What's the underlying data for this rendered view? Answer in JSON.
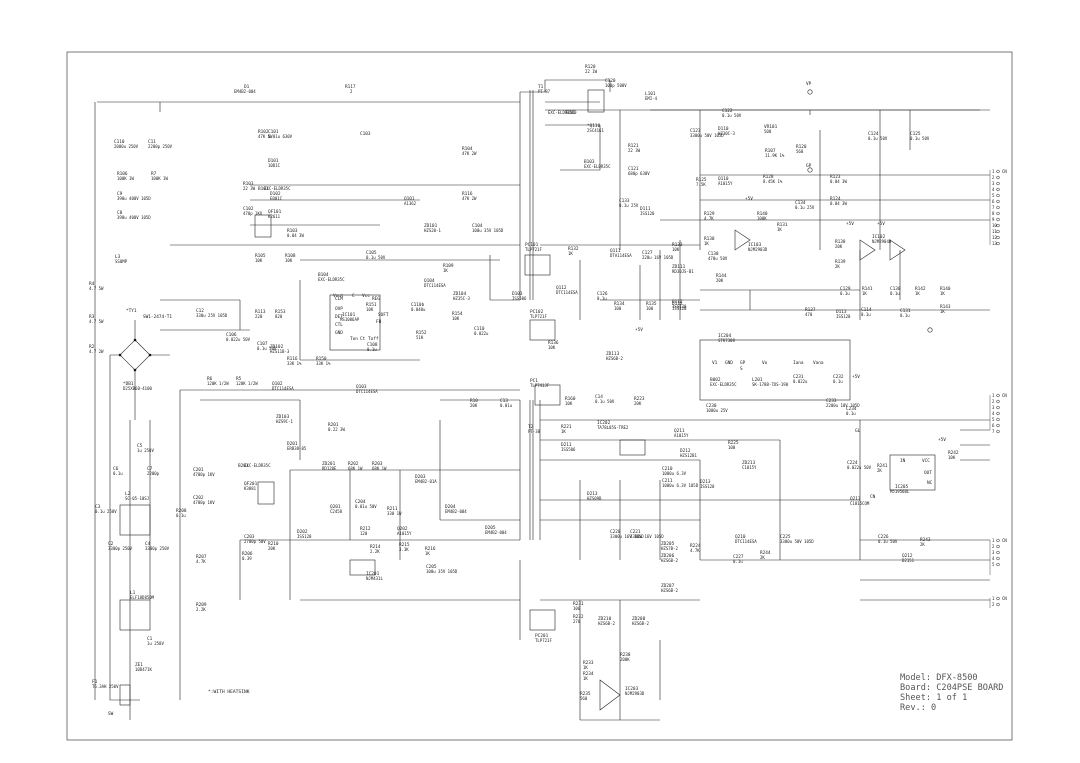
{
  "title_block": {
    "model": "Model: DFX-8500",
    "board": "Board: C204PSE BOARD",
    "sheet": "Sheet: 1 of 1",
    "rev": "Rev.: 0"
  },
  "note": "*:WITH HEATSINK",
  "labels": {
    "D1": "D1",
    "D1_val": "EM4B2-004",
    "R117": "R117",
    "R117_val": "2",
    "T1": "T1",
    "T1_val": "PT-87",
    "R120": "R120",
    "R120_val": "22 1W",
    "C120": "C120",
    "C120_val": "100p 500V",
    "L101": "L101",
    "L101_val": "EMI-4",
    "VP": "VP",
    "B100": "B100",
    "B100_val": "EXC-ELDR35C",
    "Q110": "*Q110",
    "Q110_val": "2SC4161",
    "R102": "R102",
    "R102_val": "47K 5W",
    "C101": "C101",
    "C101_val": "0.01u 630V",
    "C103": "C103",
    "D101": "D101",
    "D101_val": "10D1C",
    "R104": "R104",
    "R104_val": "47K 2W",
    "R121": "R121",
    "R121_val": "22 3W",
    "B103": "B103",
    "B103_val": "EXC-ELDR35C",
    "C121": "C121",
    "C121_val": "680p 630V",
    "C110": "C110",
    "C110_val": "2000u 250V",
    "C11": "C11",
    "C11_val": "2200p 250V",
    "B101": "B101",
    "B101_val": "EXC-ELDR35C",
    "R106": "R106",
    "R106_val": "100K 1W",
    "R7": "R7",
    "R7_val": "100K 1W",
    "R103": "R103",
    "R103_val": "22 3W",
    "D102": "D102",
    "D102_val": "E001C",
    "QF101": "QF101",
    "QF101_val": "K2611",
    "C9": "C9",
    "C9_val": "390u 400V 105D",
    "C8": "C8",
    "C8_val": "390u 400V 105D",
    "Q101": "Q101",
    "Q101_val": "A1362",
    "ZD101": "ZD101",
    "ZD101_val": "HZS20-1",
    "C104": "C104",
    "C104_val": "100u 35V 105D",
    "R116": "R116",
    "R116_val": "47K 2W",
    "C102": "C102",
    "C102_val": "470p 1KV",
    "R103b": "R103",
    "R103b_val": "0.04 3W",
    "C105": "C105",
    "C105_val": "0.1u 50V",
    "R105": "R105",
    "R105_val": "10K",
    "R108": "R108",
    "R108_val": "10K",
    "L3": "L3",
    "L3_val": "SS0MP",
    "B104": "B104",
    "B104_val": "EXC-ELDR35C",
    "R109": "R109",
    "R109_val": "1K",
    "Q104": "Q104",
    "Q104_val": "DTC114ESA",
    "ZD104": "ZD104",
    "ZD104_val": "HZ35C-3",
    "PC101": "PC101",
    "PC101_val": "TLP721F",
    "R132": "R132",
    "R132_val": "1K",
    "Q111": "Q111",
    "Q111_val": "DTA114ESA",
    "C127": "C127",
    "C127_val": "220u 16V 105D",
    "R4": "R4",
    "R4_val": "4.7 5W",
    "R3": "R3",
    "R3_val": "4.7 5W",
    "R2": "R2",
    "R2_val": "4.7 2W",
    "SW1": "SW1-2474-T1",
    "TY1": "*TY1",
    "C12": "C12",
    "C12_val": "330u 25V 105D",
    "IC101": "IC101",
    "IC101_val": "MS1086AP",
    "R151": "R151",
    "R151_val": "10K",
    "C110b": "C110b",
    "C110b_val": "0.040u",
    "D103": "D103",
    "D103_val": "ISS506",
    "Q112": "Q112",
    "Q112_val": "DTC114ESA",
    "C126": "C126",
    "C126_val": "0.1u",
    "R134": "R134",
    "R134_val": "100",
    "R135": "R135",
    "R135_val": "100",
    "D112": "D112",
    "D112_val": "ISS120",
    "C106": "C106",
    "C106_val": "0.022u 50V",
    "C107": "C107",
    "C107_val": "0.1u 50V",
    "ZD102": "ZD102",
    "ZD102_val": "HZS11B-3",
    "R113": "R113",
    "R113_val": "220",
    "R153": "R153",
    "R153_val": "820",
    "C108": "C108",
    "C108_val": "0.1u",
    "R152": "R152",
    "R152_val": "51K",
    "R154": "R154",
    "R154_val": "10K",
    "C110c": "C110",
    "C110c_val": "0.022u",
    "PC102": "PC102",
    "PC102_val": "TLP721F",
    "R136": "R136",
    "R136_val": "10K",
    "ZD113": "ZD113",
    "ZD113_val": "HZS6B-2",
    "R137": "R137",
    "R137_val": "470",
    "D113": "D113",
    "D113_val": "ISS120",
    "C114": "C114",
    "C114_val": "0.1u",
    "R6": "R6",
    "R6_val": "120K 1/2W",
    "R5": "R5",
    "R5_val": "120K 1/2W",
    "R116b": "R116",
    "R116b_val": "33K 1%",
    "R150": "R150",
    "R150_val": "33K 1%",
    "Q102": "Q102",
    "Q102_val": "DTC114ESA",
    "Q103": "Q103",
    "Q103_val": "DTC114ESA",
    "ZD103": "ZD103",
    "ZD103_val": "HZS9C-1",
    "DB1": "*DB1",
    "DB1_val": "D25XB60-4100",
    "PC1": "PC1",
    "PC1_val": "TLP741JF",
    "R10": "R10",
    "R10_val": "20K",
    "C13": "C13",
    "C13_val": "0.01u",
    "R160": "R160",
    "R160_val": "10K",
    "C14": "C14",
    "C14_val": "0.1u 50V",
    "IC204": "IC204",
    "IC204_val": "STK7308",
    "B002": "B002",
    "B002_val": "EXC-ELDR35C",
    "L201": "L201",
    "L201_val": "SK-178B-7DS-190",
    "C231": "C231",
    "C231_val": "0.022u",
    "C232": "C232",
    "C232_val": "0.1u",
    "C233": "C233",
    "C233_val": "2200u 10V 105D",
    "C234": "C234",
    "C234_val": "0.1u",
    "R223": "R223",
    "R223_val": "20K",
    "C230": "C230",
    "C230_val": "1000u 25V",
    "D201": "D201",
    "D201_val": "ERB38-05",
    "R201": "R201",
    "R201_val": "0.22 3W",
    "C5": "C5",
    "C5_val": "1u 250V",
    "T2": "T2",
    "T2_val": "PT-38",
    "IC202": "IC202",
    "IC202_val": "TA78L05S-TRE2",
    "R221": "R221",
    "R221_val": "1K",
    "D211": "D211",
    "D211_val": "ISS506",
    "ZD201": "ZD201",
    "ZD201_val": "RD120E",
    "R202": "R202",
    "R202_val": "68K 1W",
    "R203": "R203",
    "R203_val": "68K 1W",
    "D203": "D203",
    "D203_val": "EM4B2-01A",
    "Q211": "Q211",
    "Q211_val": "A1015Y",
    "D212": "D212",
    "D212_val": "HZS12B1",
    "R225": "R225",
    "R225_val": "100",
    "ZD213": "ZD213",
    "ZD213_val": "C1815Y",
    "C224": "C224",
    "C224_val": "0.022u 50V",
    "R241": "R241",
    "R241_val": "2K",
    "IC205": "IC205",
    "IC205_val": "M51956BL",
    "R242": "R242",
    "R242_val": "10K",
    "B201": "B201",
    "B201_val": "EXC-ELDR35C",
    "QF201": "QF201",
    "QF201_val": "K3881",
    "C201": "C201",
    "C201_val": "4700p 1KV",
    "C202": "C202",
    "C202_val": "4700p 1KV",
    "Q201": "Q201",
    "Q201_val": "C2458",
    "R211": "R211",
    "R211_val": "330 1W",
    "C204": "C204",
    "C204_val": "0.01u 50V",
    "D204": "D204",
    "D204_val": "EM4B2-004",
    "D205": "D205",
    "D205_val": "EM4B2-004",
    "D213": "D213",
    "D213_val": "HZS09B",
    "C210": "C210",
    "C210_val": "1000u 6.3V",
    "C211": "C211",
    "C211_val": "1000u 6.3V 105D",
    "D213b": "D213",
    "D213b_val": "ISS120",
    "Q213": "Q213",
    "Q213_val": "C1815COM",
    "C3": "C3",
    "C3_val": "0.1u 250V",
    "C6": "C6",
    "C6_val": "0.1u",
    "C7": "C7",
    "C7_val": "2200p",
    "L2": "L2",
    "L2_val": "SC-05-10SJ",
    "R208": "R208",
    "R208_val": "0.1u",
    "C2": "C2",
    "C2_val": "3300p 250V",
    "C4": "C4",
    "C4_val": "3300p 250V",
    "R207": "R207",
    "R207_val": "4.7K",
    "D202": "D202",
    "D202_val": "ISS120",
    "C203": "C203",
    "C203_val": "2700p 50V",
    "R206": "R206",
    "R206_val": "0.39",
    "R210": "R210",
    "R210_val": "20K",
    "R212": "R212",
    "R212_val": "120",
    "Q202": "Q202",
    "Q202_val": "A1015Y",
    "R214": "R214",
    "R214_val": "2.2K",
    "R215": "R215",
    "R215_val": "3.3K",
    "R216": "R216",
    "R216_val": "1K",
    "C205": "C205",
    "C205_val": "100u 35V 105D",
    "IC201": "IC201",
    "IC201_val": "NJM431L",
    "C220": "C220",
    "C220_val": "3300u 16V 105D",
    "C221": "C221",
    "C221_val": "3300u 16V 105D",
    "ZD205": "ZD205",
    "ZD205_val": "HZS7B-2",
    "ZD206": "ZD206",
    "ZD206_val": "HZS6B-2",
    "ZD207": "ZD207",
    "ZD207_val": "HZS6B-2",
    "R224": "R224",
    "R224_val": "4.7K",
    "Q210": "Q210",
    "Q210_val": "DTC114ESA",
    "C225": "C225",
    "C225_val": "3300u 50V 105D",
    "C227": "C227",
    "C227_val": "0.1u",
    "R244": "R244",
    "R244_val": "2K",
    "C226": "C226",
    "C226_val": "0.1u 50V",
    "R243": "R243",
    "R243_val": "2K",
    "Q212": "Q212",
    "Q212_val": "D2151",
    "C1": "C1",
    "C1_val": "1u 250V",
    "L1": "L1",
    "L1_val": "ELF18D850M",
    "F1": "F1",
    "F1_val": "T6.3AH 250V",
    "SW": "SW",
    "ZE1": "ZE1",
    "ZE1_val": "10D471K",
    "R209": "R209",
    "R209_val": "2.2K",
    "PC201": "PC201",
    "PC201_val": "TLP721F",
    "R231": "R231",
    "R231_val": "100",
    "R232": "R232",
    "R232_val": "270",
    "ZD210": "ZD210",
    "ZD210_val": "HZS6B-2",
    "ZD208": "ZD208",
    "ZD208_val": "HZS6B-2",
    "R233": "R233",
    "R233_val": "1K",
    "R234": "R234",
    "R234_val": "1K",
    "R235": "R235",
    "R235_val": "560",
    "R238": "R238",
    "R238_val": "200K",
    "IC203": "IC203",
    "IC203_val": "NJM2903D",
    "C122": "C122",
    "C122_val": "0.1u 50V",
    "C123": "C123",
    "C123_val": "3300u 50V 105D",
    "D110": "D110",
    "D110_val": "HZ30C-3",
    "VR101": "VR101",
    "VR101_val": "500",
    "R107": "R107",
    "R107_val": "11.9K 1%",
    "R120b": "R120",
    "R120b_val": "560",
    "C124": "C124",
    "C124_val": "0.1u 50V",
    "C125": "C125",
    "C125_val": "0.1u 50V",
    "Q110b": "Q110",
    "Q110b_val": "A1015Y",
    "R125": "R125",
    "R125_val": "7.5K",
    "R128": "R128",
    "R128_val": "8.45K 1%",
    "GP": "GP",
    "R123": "R123",
    "R123_val": "0.04 3W",
    "R124": "R124",
    "R124_val": "0.04 3W",
    "C133": "C133",
    "C133_val": "0.1u 25V",
    "D111": "D111",
    "D111_val": "ISS120",
    "R129": "R129",
    "R129_val": "4.7K",
    "R140": "R140",
    "R140_val": "100K",
    "R130": "R130",
    "R130_val": "1K",
    "R131": "R131",
    "R131_val": "1K",
    "C134": "C134",
    "C134_val": "0.1u 25V",
    "IC103": "IC103",
    "IC103_val": "NJM2903D",
    "IC102": "IC102",
    "IC102_val": "NJM2904D",
    "R133": "R133",
    "R133_val": "10K",
    "C130": "C130",
    "C130_val": "470u 50V",
    "R144": "R144",
    "R144_val": "20K",
    "ZD111": "ZD111",
    "ZD111_val": "RD30JS-B1",
    "D112b": "D112",
    "D112b_val": "ISS120",
    "R138": "R138",
    "R138_val": "20K",
    "R139": "R139",
    "R139_val": "2K",
    "C129": "C129",
    "C129_val": "0.1u",
    "R141": "R141",
    "R141_val": "1K",
    "C130b": "C130",
    "C130b_val": "0.1u",
    "R142": "R142",
    "R142_val": "1K",
    "R143": "R143",
    "R143_val": "1K",
    "R140b": "R140",
    "R140b_val": "1K",
    "C131": "C131",
    "C131_val": "0.1u",
    "V1": "V1",
    "GND": "GND",
    "GP2": "GP",
    "Vo": "Vo",
    "S": "S",
    "Iana": "Iana",
    "Vana": "Vana",
    "GL": "GL",
    "CN": "CN",
    "IN": "IN",
    "VCC": "VCC",
    "OUT": "OUT",
    "NC": "NC",
    "plus5v": "+5V",
    "plus5v2": "+5V",
    "plus5v3": "+5V",
    "plus5v4": "+5V",
    "plus5v5": "+5V",
    "plus5v6": "+5V",
    "ic_clm": "CLM",
    "ic_ovp": "OVP",
    "ic_det": "DET",
    "ic_ctl": "CTL",
    "ic_gnd": "GND",
    "ic_vout": "Vout",
    "ic_c": "C",
    "ic_vcc": "Vcc",
    "ic_reg": "REG",
    "ic_soft": "SOFT",
    "ic_fb": "FB",
    "ic_ton": "Ton",
    "ic_ct": "Ct",
    "ic_toff": "Toff"
  },
  "connectors": {
    "CN102_pins": [
      "1",
      "2",
      "3",
      "4",
      "5",
      "6",
      "7",
      "8",
      "9",
      "10",
      "11",
      "12",
      "13"
    ],
    "CN102_label": "CN",
    "CN202_pins": [
      "1",
      "2",
      "3",
      "4",
      "5",
      "6",
      "7"
    ],
    "CN202_label": "CN",
    "CN203_pins": [
      "1",
      "2",
      "3",
      "4",
      "5"
    ],
    "CN203_label": "CN",
    "CN204_pins": [
      "1",
      "2"
    ],
    "CN204_label": "CN"
  }
}
